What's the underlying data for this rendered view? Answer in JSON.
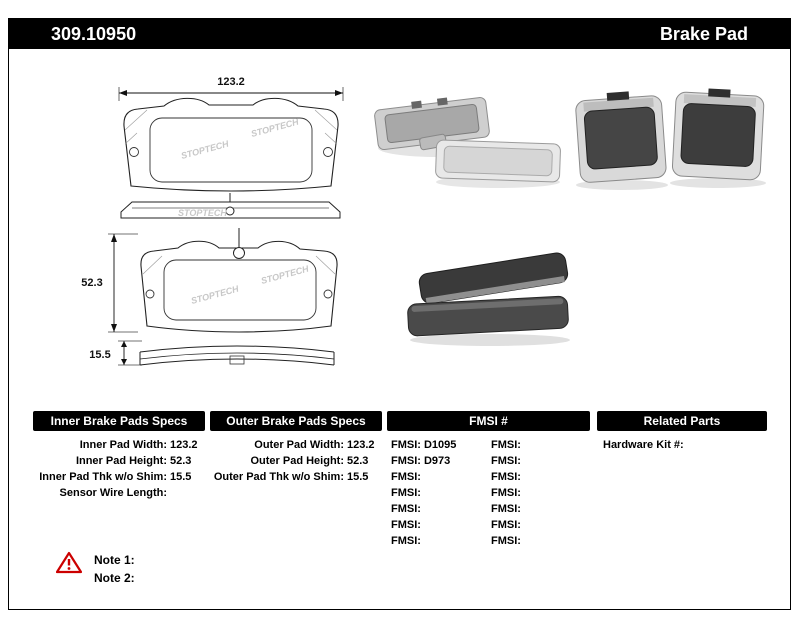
{
  "header": {
    "part_number": "309.10950",
    "product_name": "Brake Pad"
  },
  "diagram": {
    "width_dim": "123.2",
    "height_dim": "52.3",
    "thickness_dim": "15.5",
    "watermark": "STOPTECH"
  },
  "tables": {
    "inner": {
      "title": "Inner Brake Pads Specs",
      "rows": [
        {
          "label": "Inner Pad Width:",
          "value": "123.2"
        },
        {
          "label": "Inner Pad Height:",
          "value": "52.3"
        },
        {
          "label": "Inner Pad Thk w/o Shim:",
          "value": "15.5"
        },
        {
          "label": "Sensor Wire Length:",
          "value": ""
        }
      ]
    },
    "outer": {
      "title": "Outer Brake Pads Specs",
      "rows": [
        {
          "label": "Outer Pad Width:",
          "value": "123.2"
        },
        {
          "label": "Outer Pad Height:",
          "value": "52.3"
        },
        {
          "label": "Outer Pad Thk w/o Shim:",
          "value": "15.5"
        }
      ]
    },
    "fmsi": {
      "title": "FMSI #",
      "label": "FMSI:",
      "rows": [
        {
          "left": "D1095",
          "right": ""
        },
        {
          "left": "D973",
          "right": ""
        },
        {
          "left": "",
          "right": ""
        },
        {
          "left": "",
          "right": ""
        },
        {
          "left": "",
          "right": ""
        },
        {
          "left": "",
          "right": ""
        },
        {
          "left": "",
          "right": ""
        }
      ]
    },
    "related": {
      "title": "Related Parts",
      "rows": [
        {
          "label": "Hardware Kit #:",
          "value": ""
        }
      ]
    }
  },
  "notes": {
    "icon": "warning-triangle",
    "items": [
      {
        "label": "Note 1:"
      },
      {
        "label": "Note 2:"
      }
    ]
  }
}
